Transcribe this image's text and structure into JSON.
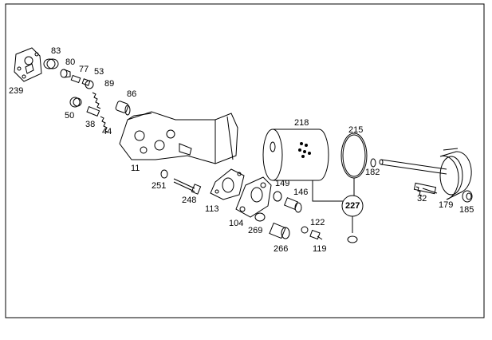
{
  "diagram": {
    "labels": {
      "p239": "239",
      "p83": "83",
      "p80": "80",
      "p77": "77",
      "p53": "53",
      "p89": "89",
      "p86": "86",
      "p50": "50",
      "p38": "38",
      "p44": "44",
      "p11": "11",
      "p251": "251",
      "p248": "248",
      "p113": "113",
      "p104": "104",
      "p269": "269",
      "p149": "149",
      "p146": "146",
      "p266": "266",
      "p122": "122",
      "p119": "119",
      "p218": "218",
      "p215": "215",
      "p182": "182",
      "p227": "227",
      "p32": "32",
      "p179": "179",
      "p185": "185"
    }
  }
}
